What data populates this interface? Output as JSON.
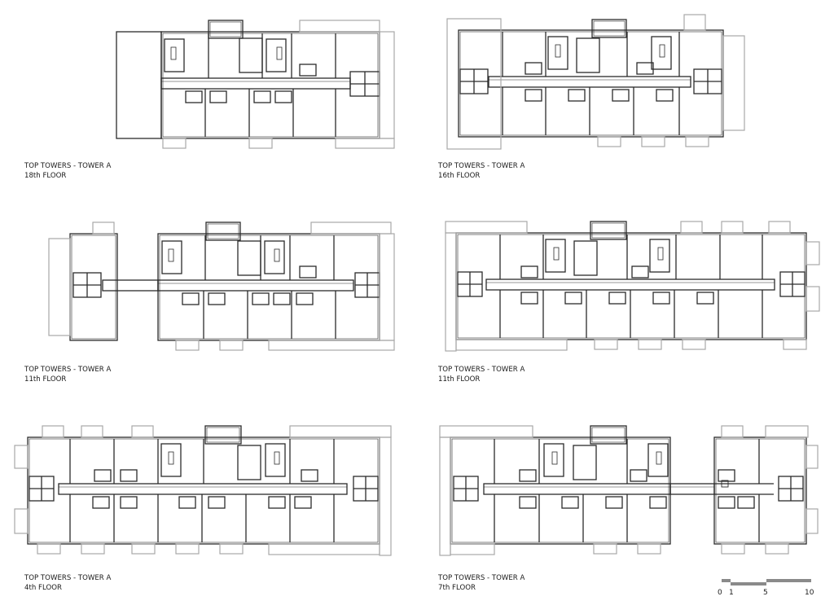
{
  "plans": [
    {
      "tower": "TOP TOWERS - TOWER A",
      "floor": "18th FLOOR"
    },
    {
      "tower": "TOP TOWERS - TOWER A",
      "floor": "16th FLOOR"
    },
    {
      "tower": "TOP TOWERS - TOWER A",
      "floor": "11th FLOOR"
    },
    {
      "tower": "TOP TOWERS - TOWER A",
      "floor": "11th FLOOR"
    },
    {
      "tower": "TOP TOWERS - TOWER A",
      "floor": "4th FLOOR"
    },
    {
      "tower": "TOP TOWERS - TOWER A",
      "floor": "7th FLOOR"
    }
  ],
  "scale": {
    "ticks": [
      "0",
      "1",
      "5",
      "10"
    ]
  },
  "colors": {
    "wall": "#2b2b2b",
    "balcony": "#a8a8a8"
  }
}
